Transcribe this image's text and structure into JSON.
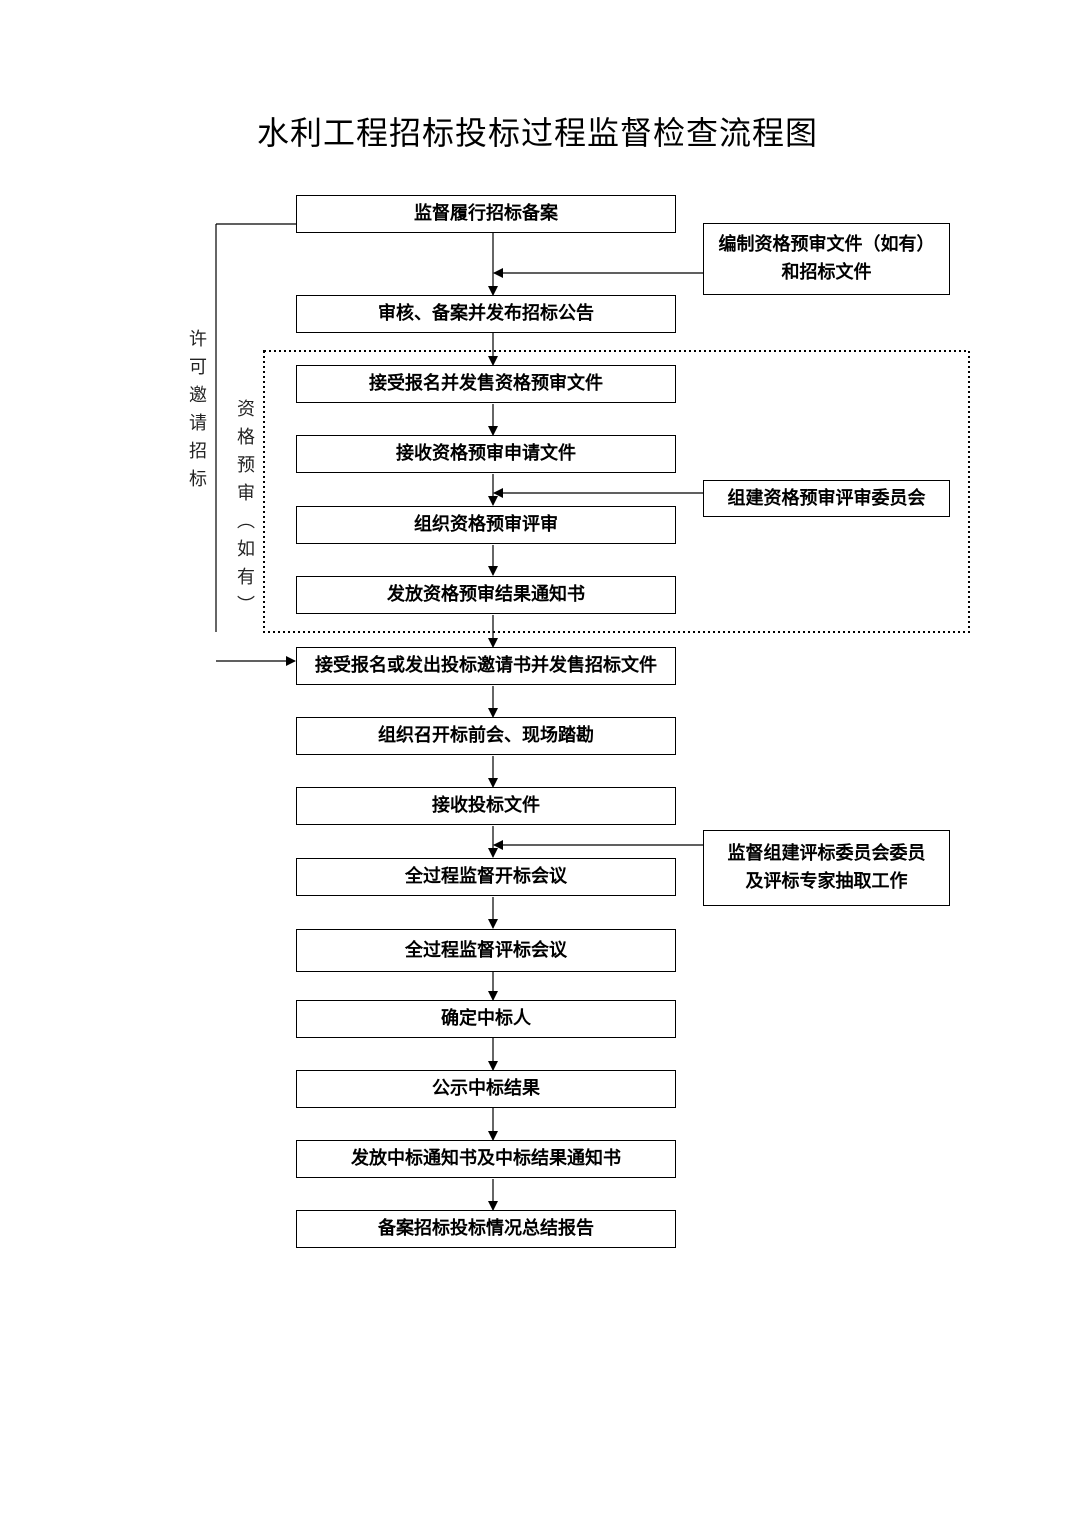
{
  "title": "水利工程招标投标过程监督检查流程图",
  "steps": [
    "监督履行招标备案",
    "审核、备案并发布招标公告",
    "接受报名并发售资格预审文件",
    "接收资格预审申请文件",
    "组织资格预审评审",
    "发放资格预审结果通知书",
    "接受报名或发出投标邀请书并发售招标文件",
    "组织召开标前会、现场踏勘",
    "接收投标文件",
    "全过程监督开标会议",
    "全过程监督评标会议",
    "确定中标人",
    "公示中标结果",
    "发放中标通知书及中标结果通知书",
    "备案招标投标情况总结报告"
  ],
  "side_boxes": [
    {
      "line1": "编制资格预审文件（如有）",
      "line2": "和招标文件"
    },
    {
      "line1": "组建资格预审评审委员会",
      "line2": ""
    },
    {
      "line1": "监督组建评标委员会委员",
      "line2": "及评标专家抽取工作"
    }
  ],
  "vertical_labels": {
    "invite": [
      "许",
      "可",
      "邀",
      "请",
      "招",
      "标"
    ],
    "prequal": [
      "资",
      "格",
      "预",
      "审",
      "︵",
      "如",
      "有",
      "︶"
    ]
  }
}
